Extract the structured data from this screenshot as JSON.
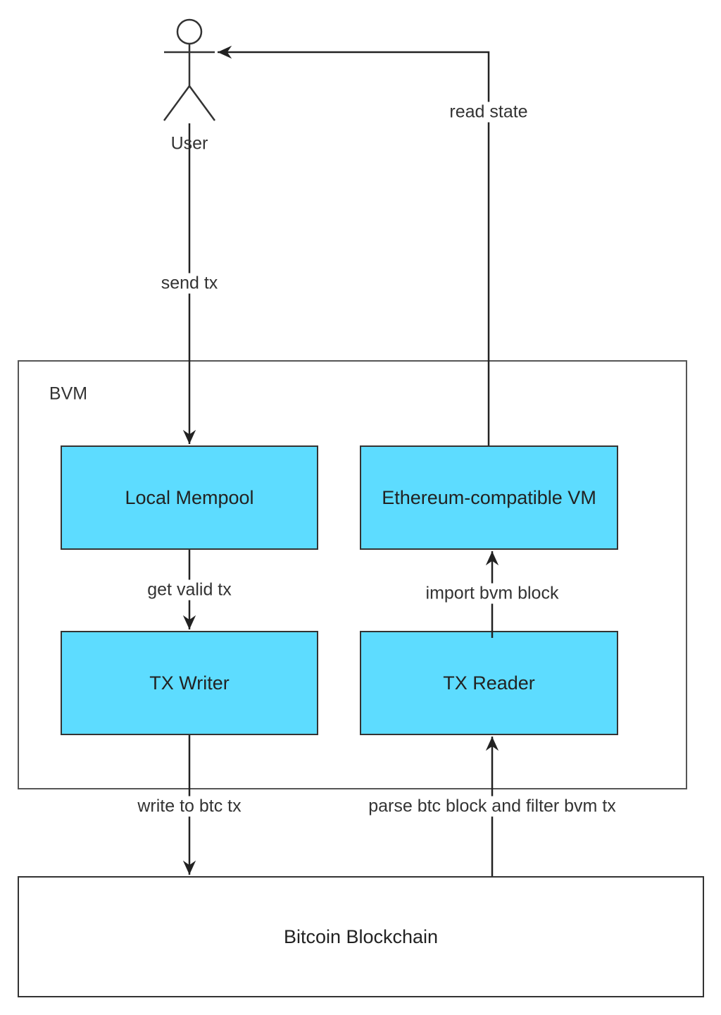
{
  "actor": {
    "label": "User",
    "icon": "stick-figure-icon"
  },
  "container": {
    "label": "BVM"
  },
  "nodes": {
    "local_mempool": "Local Mempool",
    "evm": "Ethereum-compatible VM",
    "tx_writer": "TX Writer",
    "tx_reader": "TX Reader",
    "bitcoin": "Bitcoin Blockchain"
  },
  "edges": {
    "send_tx": "send tx",
    "read_state": "read state",
    "get_valid_tx": "get valid tx",
    "import_block": "import bvm block",
    "write_btc": "write to btc tx",
    "parse_btc": "parse btc block and filter bvm tx"
  },
  "colors": {
    "component_fill": "#5ddcff",
    "stroke": "#333333"
  }
}
